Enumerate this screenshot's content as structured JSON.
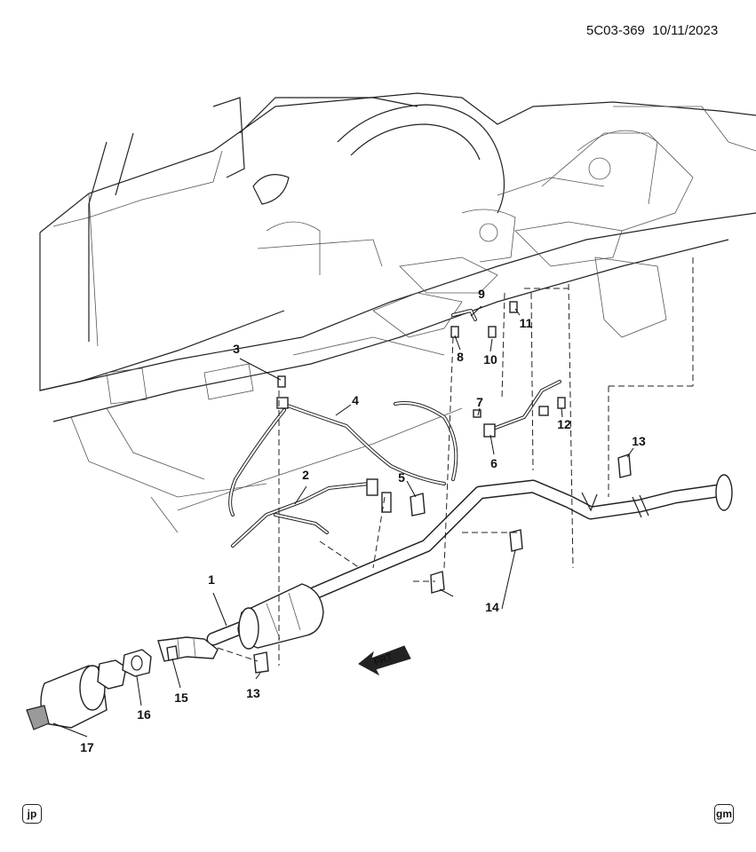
{
  "header": {
    "diagram_id": "5C03-369",
    "date": "10/11/2023"
  },
  "callouts": [
    {
      "id": "1",
      "text": "1"
    },
    {
      "id": "2",
      "text": "2"
    },
    {
      "id": "3",
      "text": "3"
    },
    {
      "id": "4",
      "text": "4"
    },
    {
      "id": "5",
      "text": "5"
    },
    {
      "id": "6",
      "text": "6"
    },
    {
      "id": "7",
      "text": "7"
    },
    {
      "id": "8",
      "text": "8"
    },
    {
      "id": "9",
      "text": "9"
    },
    {
      "id": "10",
      "text": "10"
    },
    {
      "id": "11",
      "text": "11"
    },
    {
      "id": "12",
      "text": "12"
    },
    {
      "id": "13a",
      "text": "13"
    },
    {
      "id": "13b",
      "text": "13"
    },
    {
      "id": "14",
      "text": "14"
    },
    {
      "id": "15",
      "text": "15"
    },
    {
      "id": "16",
      "text": "16"
    },
    {
      "id": "17",
      "text": "17"
    }
  ],
  "direction_label": "FRT",
  "footer": {
    "left_badge": "jp",
    "right_badge": "gm"
  }
}
